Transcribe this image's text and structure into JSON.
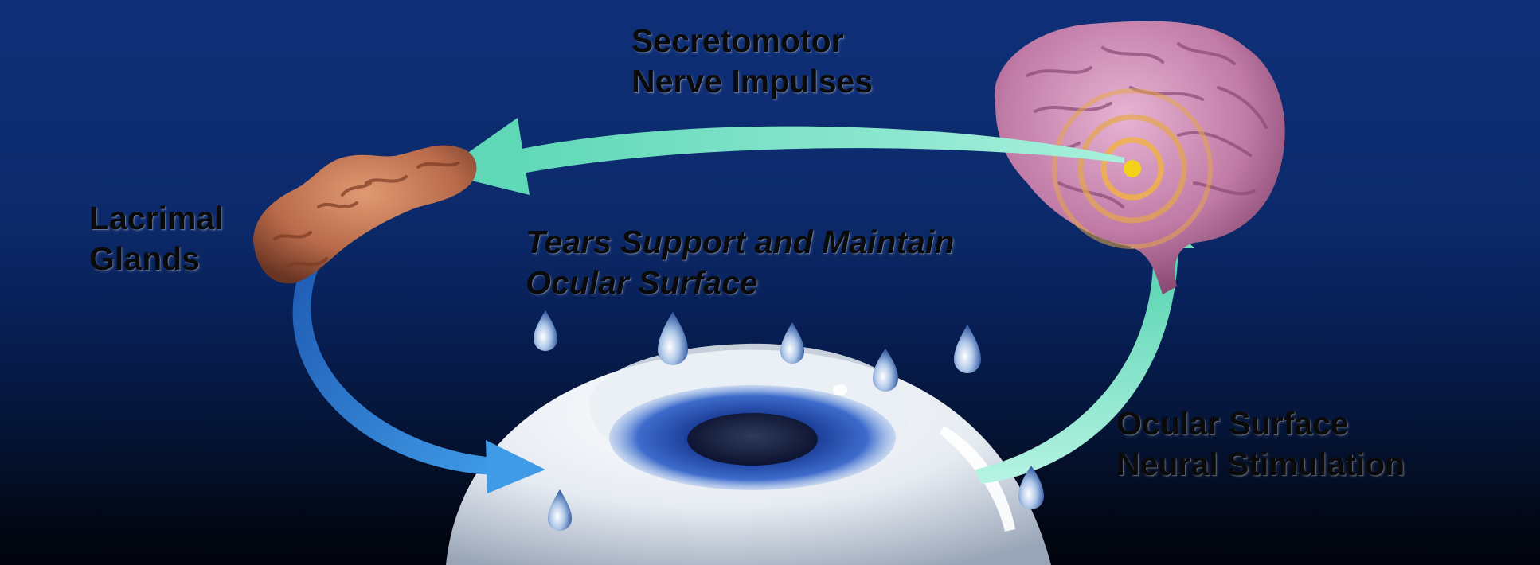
{
  "labels": {
    "secretomotor": [
      "Secretomotor",
      "Nerve Impulses"
    ],
    "lacrimal": [
      "Lacrimal",
      "Glands"
    ],
    "tears": [
      "Tears Support and Maintain",
      "Ocular Surface"
    ],
    "ocular_surface": [
      "Ocular Surface",
      "Neural Stimulation"
    ]
  },
  "colors": {
    "background_top": "#0f2f78",
    "background_bottom": "#01040c",
    "arrow_teal": "#6fdcc0",
    "arrow_blue": "#2a7fd4",
    "gland": "#b86a4a",
    "brain": "#b0709a",
    "label_text": "#0a0a0a"
  }
}
